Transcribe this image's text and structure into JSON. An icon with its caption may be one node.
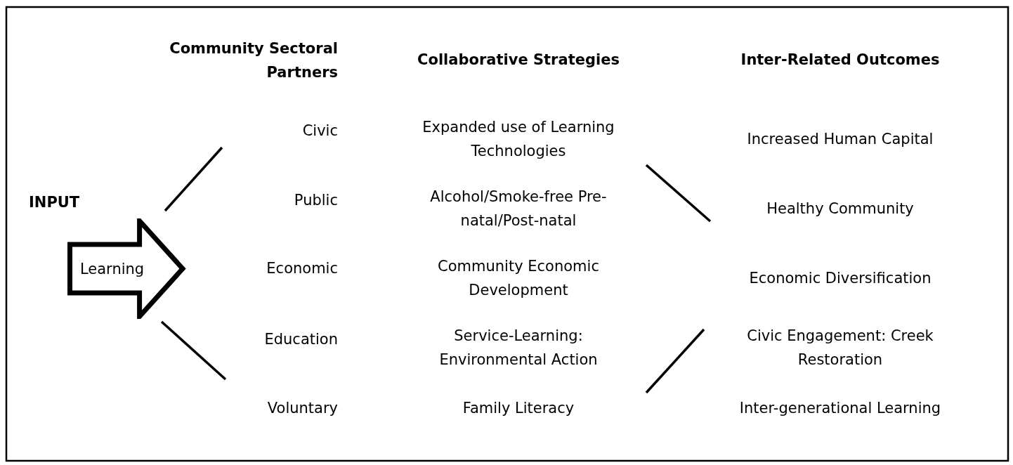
{
  "diagram": {
    "nodes": [
      {
        "text": [
          "Learning"
        ]
      }
    ],
    "labels": [
      "Community Sectoral Partners",
      "Collaborative Strategies",
      "Inter-Related Outcomes",
      "INPUT",
      "Civic",
      "Expanded use of Learning Technologies",
      "Increased Human Capital",
      "Public",
      "Alcohol/Smoke-free Pre-natal/Post-natal",
      "Healthy Community",
      "Economic",
      "Community Economic Development",
      "Economic Diversification",
      "Education",
      "Service-Learning: Environmental Action",
      "Civic Engagement: Creek Restoration",
      "Voluntary",
      "Family Literacy",
      "Inter-generational Learning"
    ]
  }
}
